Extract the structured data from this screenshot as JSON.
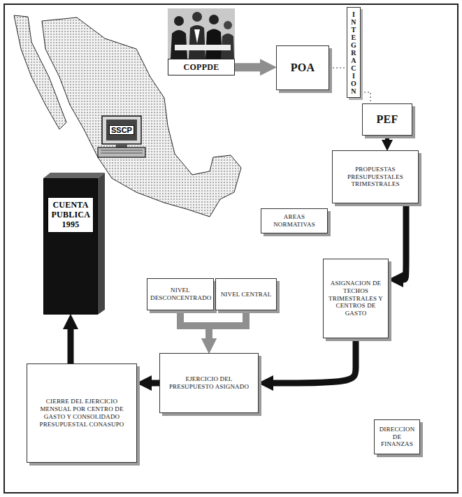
{
  "diagram": {
    "nodes": [
      {
        "text": [
          "COPPDE"
        ]
      },
      {
        "text": [
          "POA"
        ]
      },
      {
        "text": [
          "INTEGRACION"
        ]
      },
      {
        "text": [
          "PEF"
        ]
      },
      {
        "text": [
          "PROPUESTAS PRESUPUESTALES TRIMESTRALES"
        ]
      },
      {
        "text": [
          "AREAS NORMATIVAS"
        ]
      },
      {
        "text": [
          "ASIGNACION DE TECHOS TRIMESTRALES Y CENTROS DE GASTO"
        ]
      },
      {
        "text": [
          "NIVEL DESCONCENTRADO"
        ]
      },
      {
        "text": [
          "NIVEL CENTRAL"
        ]
      },
      {
        "text": [
          "EJERCICIO DEL PRESUPUESTO ASIGNADO"
        ]
      },
      {
        "text": [
          "CIERRE DEL EJERCICIO MENSUAL POR CENTRO DE GASTO Y CONSOLIDADO PRESUPUESTAL CONASUPO"
        ]
      },
      {
        "text": [
          "CUENTA PUBLICA 1995"
        ]
      },
      {
        "text": [
          "DIRECCION DE FINANZAS"
        ]
      }
    ],
    "edges": [
      {
        "from": 0,
        "to": 1,
        "arrow": "to"
      },
      {
        "from": 1,
        "to": 2,
        "arrow": "none"
      },
      {
        "from": 2,
        "to": 3,
        "arrow": "none"
      },
      {
        "from": 3,
        "to": 4,
        "arrow": "to"
      },
      {
        "from": 4,
        "to": 6,
        "arrow": "to"
      },
      {
        "from": 6,
        "to": 9,
        "arrow": "to"
      },
      {
        "from": 7,
        "to": 9,
        "arrow": "to"
      },
      {
        "from": 8,
        "to": 9,
        "arrow": "to"
      },
      {
        "from": 9,
        "to": 10,
        "arrow": "to"
      },
      {
        "from": 10,
        "to": 11,
        "arrow": "to"
      }
    ],
    "labels": [
      "SSCP"
    ]
  }
}
